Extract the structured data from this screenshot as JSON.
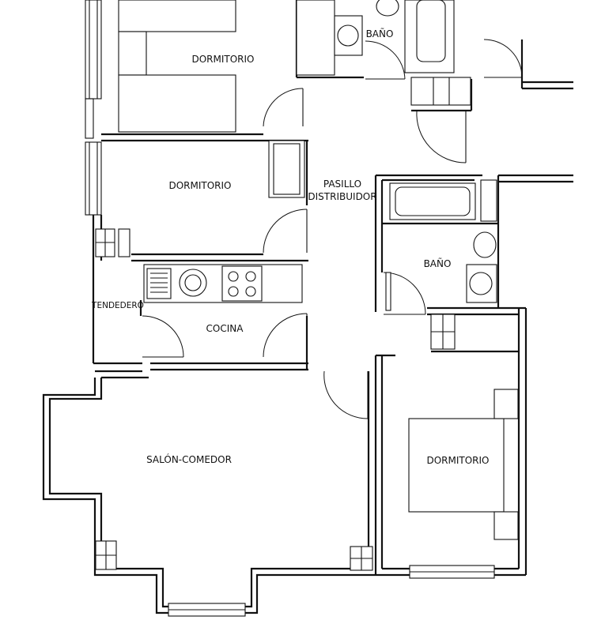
{
  "rooms": {
    "dormitorio_1": "DORMITORIO",
    "bano_1": "BAÑO",
    "dormitorio_2": "DORMITORIO",
    "pasillo_line1": "PASILLO",
    "pasillo_line2": "DISTRIBUIDOR",
    "bano_2": "BAÑO",
    "tendedero": "TENDEDERO",
    "cocina": "COCINA",
    "salon_comedor": "SALÓN-COMEDOR",
    "dormitorio_3": "DORMITORIO"
  }
}
